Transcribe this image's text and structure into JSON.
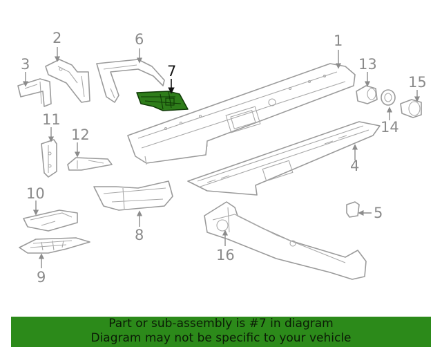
{
  "highlighted_callout": "7",
  "highlight_color": "#2e7d1a",
  "banner_color": "#2c8a1a",
  "callouts": {
    "c1": "1",
    "c2": "2",
    "c3": "3",
    "c4": "4",
    "c5": "5",
    "c6": "6",
    "c7": "7",
    "c8": "8",
    "c9": "9",
    "c10": "10",
    "c11": "11",
    "c12": "12",
    "c13": "13",
    "c14": "14",
    "c15": "15",
    "c16": "16"
  },
  "banner": {
    "line1": "Part or sub-assembly is #7 in diagram",
    "line2": "Diagram may not be specific to your vehicle"
  }
}
